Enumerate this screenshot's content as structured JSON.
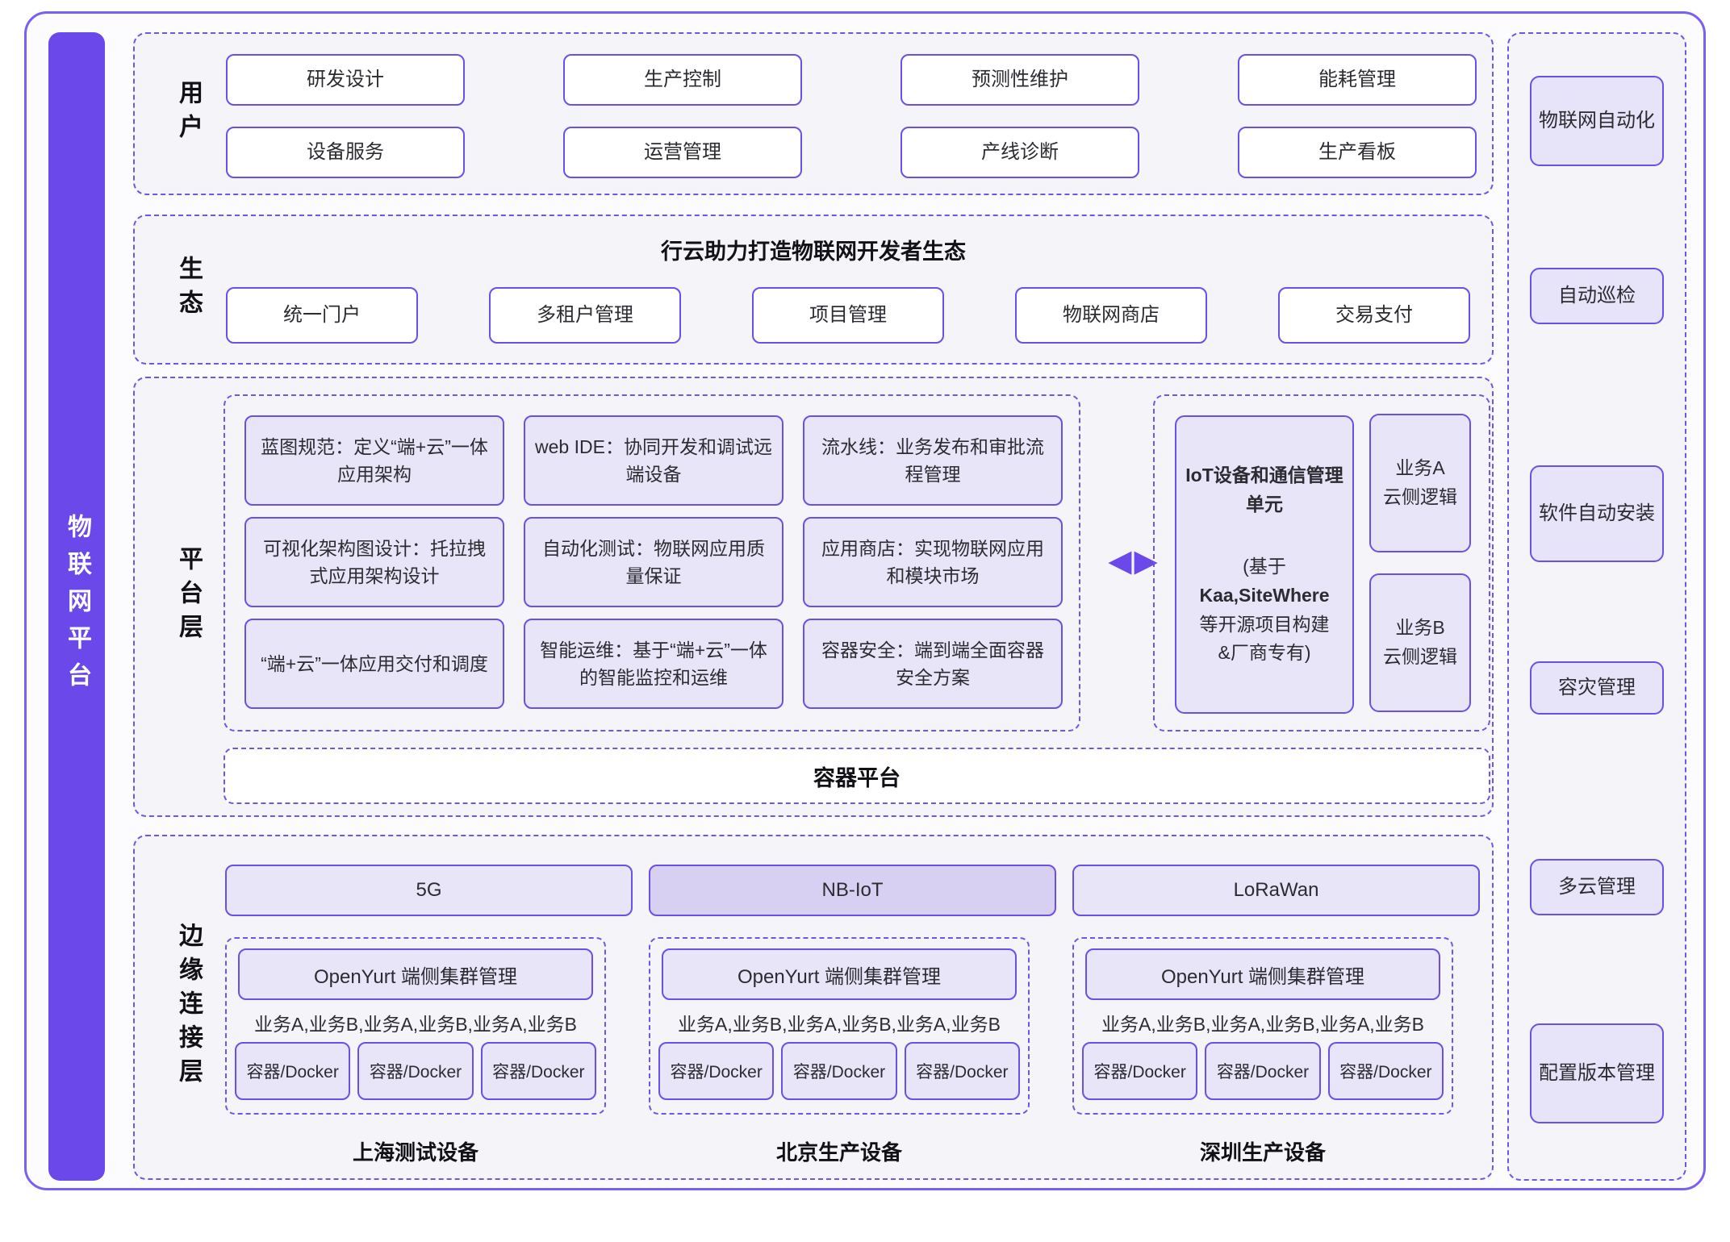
{
  "palette": {
    "accent": "#6b48ea",
    "solid_border": "#6a4fe8",
    "dashed_border": "#6c58e6",
    "section_bg": "#f4f4f9",
    "light_fill": "#e9e5f8",
    "dark_fill": "#d8d0f3",
    "white": "#ffffff"
  },
  "icons": {
    "sync_left": "◀",
    "sync_right": "▶"
  },
  "rail": {
    "label": "物联网平台"
  },
  "sections": {
    "users": {
      "label": "用户",
      "boxes": [
        "研发设计",
        "生产控制",
        "预测性维护",
        "能耗管理",
        "设备服务",
        "运营管理",
        "产线诊断",
        "生产看板"
      ]
    },
    "ecosystem": {
      "label": "生态",
      "title": "行云助力打造物联网开发者生态",
      "boxes": [
        "统一门户",
        "多租户管理",
        "项目管理",
        "物联网商店",
        "交易支付"
      ]
    },
    "platform": {
      "label": "平台层",
      "features": [
        "蓝图规范：定义“端+云”一体应用架构",
        "web IDE：协同开发和调试远端设备",
        "流水线：业务发布和审批流程管理",
        "可视化架构图设计：托拉拽式应用架构设计",
        "自动化测试：物联网应用质量保证",
        "应用商店：实现物联网应用和模块市场",
        "“端+云”一体应用交付和调度",
        "智能运维：基于“端+云”一体的智能监控和运维",
        "容器安全：端到端全面容器安全方案"
      ],
      "iot_unit": {
        "title": "IoT设备和通信管理单元",
        "sub": [
          "(基于",
          "Kaa,SiteWhere",
          "等开源项目构建",
          "&厂商专有)"
        ]
      },
      "cloud_logic": [
        {
          "line1": "业务A",
          "line2": "云侧逻辑"
        },
        {
          "line1": "业务B",
          "line2": "云侧逻辑"
        }
      ],
      "container_platform": "容器平台"
    },
    "edge": {
      "label": "边缘连接层",
      "networks": [
        "5G",
        "NB-IoT",
        "LoRaWan"
      ],
      "clusters": [
        {
          "header": "OpenYurt 端侧集群管理",
          "services": "业务A,业务B,业务A,业务B,业务A,业务B",
          "containers": [
            "容器/Docker",
            "容器/Docker",
            "容器/Docker"
          ],
          "location": "上海测试设备"
        },
        {
          "header": "OpenYurt 端侧集群管理",
          "services": "业务A,业务B,业务A,业务B,业务A,业务B",
          "containers": [
            "容器/Docker",
            "容器/Docker",
            "容器/Docker"
          ],
          "location": "北京生产设备"
        },
        {
          "header": "OpenYurt 端侧集群管理",
          "services": "业务A,业务B,业务A,业务B,业务A,业务B",
          "containers": [
            "容器/Docker",
            "容器/Docker",
            "容器/Docker"
          ],
          "location": "深圳生产设备"
        }
      ]
    }
  },
  "sidebar": {
    "items": [
      "物联网自动化",
      "自动巡检",
      "软件自动安装",
      "容灾管理",
      "多云管理",
      "配置版本管理"
    ]
  }
}
